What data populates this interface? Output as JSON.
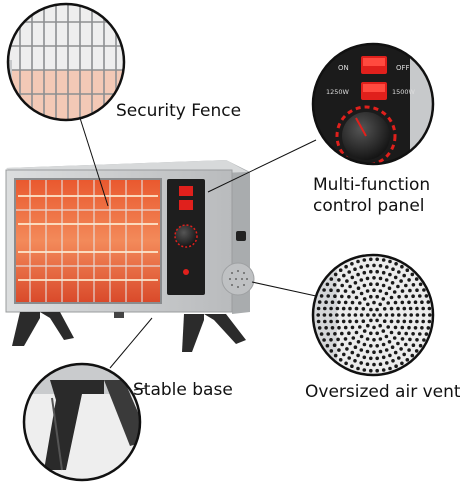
{
  "callouts": {
    "fence": {
      "label": "Security Fence"
    },
    "panel": {
      "label_line1": "Multi-function",
      "label_line2": "control panel"
    },
    "base": {
      "label": "Stable base"
    },
    "vent": {
      "label": "Oversized air vent"
    }
  },
  "control_panel": {
    "switch_on_label": "ON",
    "switch_off_label": "OFF",
    "power_low_label": "1250W",
    "power_high_label": "1500W"
  },
  "colors": {
    "housing": "#c9cbcd",
    "panel": "#1e1e1e",
    "glow": "#f0663a",
    "switch_red": "#e0201c",
    "label_text": "#111111"
  },
  "icons": [
    "heater-product-image",
    "magnifier-circle-icon"
  ]
}
